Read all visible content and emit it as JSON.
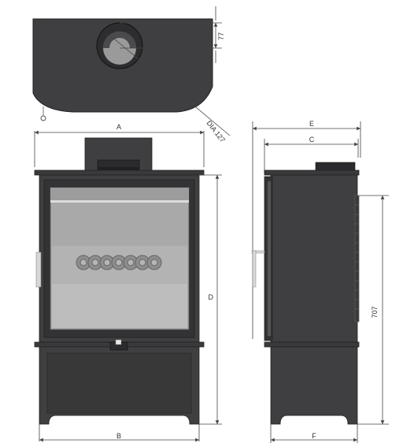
{
  "labels": {
    "top_offset": "77",
    "flue_diameter": "DIA 127",
    "width_a": "A",
    "width_b": "B",
    "depth_c": "C",
    "height_d": "D",
    "depth_e": "E",
    "depth_f": "F",
    "height_707": "707"
  },
  "colors": {
    "stove_body": "#3f3f41",
    "stove_dark": "#333335",
    "glass": "#a6a6a6",
    "glass_light": "#c9c9c9",
    "line": "#444444"
  }
}
